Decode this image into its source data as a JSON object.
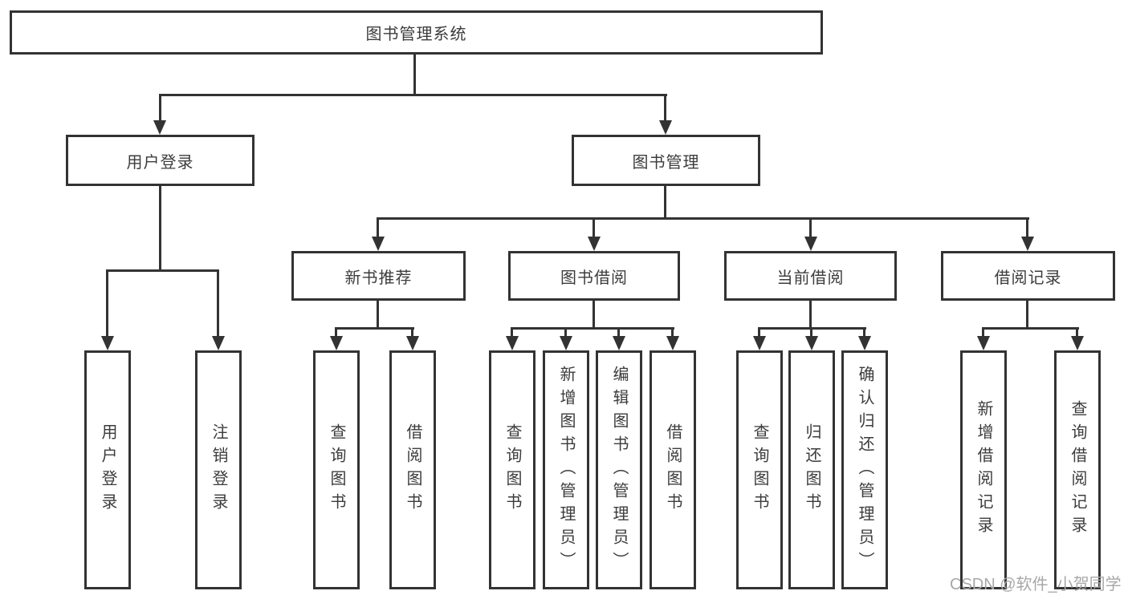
{
  "nodes": {
    "root": {
      "label": "图书管理系统"
    },
    "level2": [
      {
        "label": "用户登录"
      },
      {
        "label": "图书管理"
      }
    ],
    "level3": [
      {
        "label": "新书推荐"
      },
      {
        "label": "图书借阅"
      },
      {
        "label": "当前借阅"
      },
      {
        "label": "借阅记录"
      }
    ],
    "leaves": [
      {
        "label": "用户登录"
      },
      {
        "label": "注销登录"
      },
      {
        "label": "查询图书"
      },
      {
        "label": "借阅图书"
      },
      {
        "label": "查询图书"
      },
      {
        "label": "新增图书（管理员）"
      },
      {
        "label": "编辑图书（管理员）"
      },
      {
        "label": "借阅图书"
      },
      {
        "label": "查询图书"
      },
      {
        "label": "归还图书"
      },
      {
        "label": "确认归还（管理员）"
      },
      {
        "label": "新增借阅记录"
      },
      {
        "label": "查询借阅记录"
      }
    ]
  },
  "watermark": "CSDN @软件_小贺同学",
  "colors": {
    "line": "#333333",
    "text": "#3c3c3c",
    "watermark": "#a8a8a8",
    "background": "#ffffff"
  }
}
